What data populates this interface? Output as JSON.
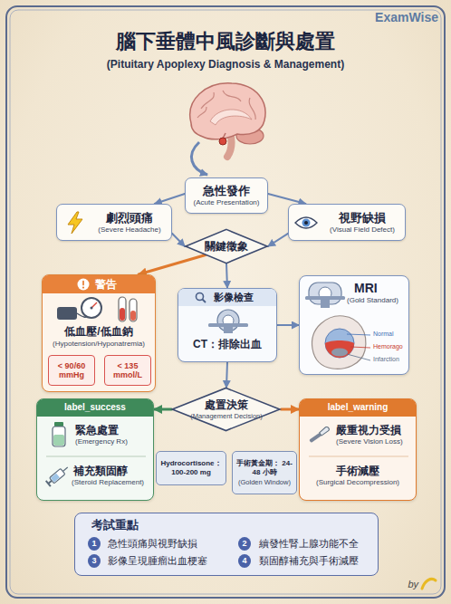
{
  "diagram": {
    "title": "腦下垂體中風診斷與處置",
    "nodes": [
      {
        "text": [
          "急性發作",
          "(Acute Presentation)"
        ]
      },
      {
        "text": [
          "劇烈頭痛",
          "(Severe Headache)"
        ]
      },
      {
        "text": [
          "視野缺損",
          "(Visual Field Defect)"
        ]
      },
      {
        "text": [
          "關鍵徵象"
        ]
      },
      {
        "text": [
          "警告",
          "低血壓/低血鈉",
          "(Hypotension/Hyponatremia)"
        ]
      },
      {
        "text": [
          "< 90/60 mmHg"
        ],
        "in": 4
      },
      {
        "text": [
          "< 135 mmol/L"
        ],
        "in": 4
      },
      {
        "text": [
          "影像檢查",
          "CT：排除出血"
        ]
      },
      {
        "text": [
          "MRI",
          "(Gold Standard)"
        ]
      },
      {
        "text": [
          "處置決策",
          "(Management Decision)"
        ]
      },
      {
        "text": [
          "label_success",
          "緊急處置",
          "(Emergency Rx)",
          "補充類固醇",
          "(Steroid Replacement)"
        ]
      },
      {
        "text": [
          "Hydrocortisone： 100-200 mg"
        ]
      },
      {
        "text": [
          "手術黃金期： 24-48 小時",
          "(Golden Window)"
        ]
      },
      {
        "text": [
          "label_warning",
          "嚴重視力受損",
          "(Severe Vision Loss)",
          "手術減壓",
          "(Surgical Decompression)"
        ]
      },
      {
        "text": [
          "考試重點",
          "急性頭痛與視野缺損",
          "續發性腎上腺功能不全",
          "影像呈現腫瘤出血梗塞",
          "類固醇補充與手術減壓"
        ]
      },
      {
        "text": [
          "1"
        ],
        "in": 14
      },
      {
        "text": [
          "2"
        ],
        "in": 14
      },
      {
        "text": [
          "3"
        ],
        "in": 14
      },
      {
        "text": [
          "4"
        ],
        "in": 14
      }
    ],
    "edges": [
      {
        "from": 0,
        "to": 1,
        "arrow": "to"
      },
      {
        "from": 0,
        "to": 2,
        "arrow": "to"
      },
      {
        "from": 1,
        "to": 3,
        "arrow": "to"
      },
      {
        "from": 2,
        "to": 3,
        "arrow": "to"
      },
      {
        "from": 3,
        "to": 4,
        "arrow": "to"
      },
      {
        "from": 3,
        "to": 7,
        "arrow": "to"
      },
      {
        "from": 7,
        "to": 8,
        "arrow": "to"
      },
      {
        "from": 7,
        "to": 9,
        "arrow": "to"
      },
      {
        "from": 9,
        "to": 10,
        "arrow": "to"
      },
      {
        "from": 9,
        "to": 13,
        "arrow": "to"
      }
    ],
    "labels": [
      "ExamWise",
      "(Pituitary Apoplexy Diagnosis & Management)",
      "Normal",
      "Hemorago",
      "Infarction",
      "by"
    ]
  }
}
